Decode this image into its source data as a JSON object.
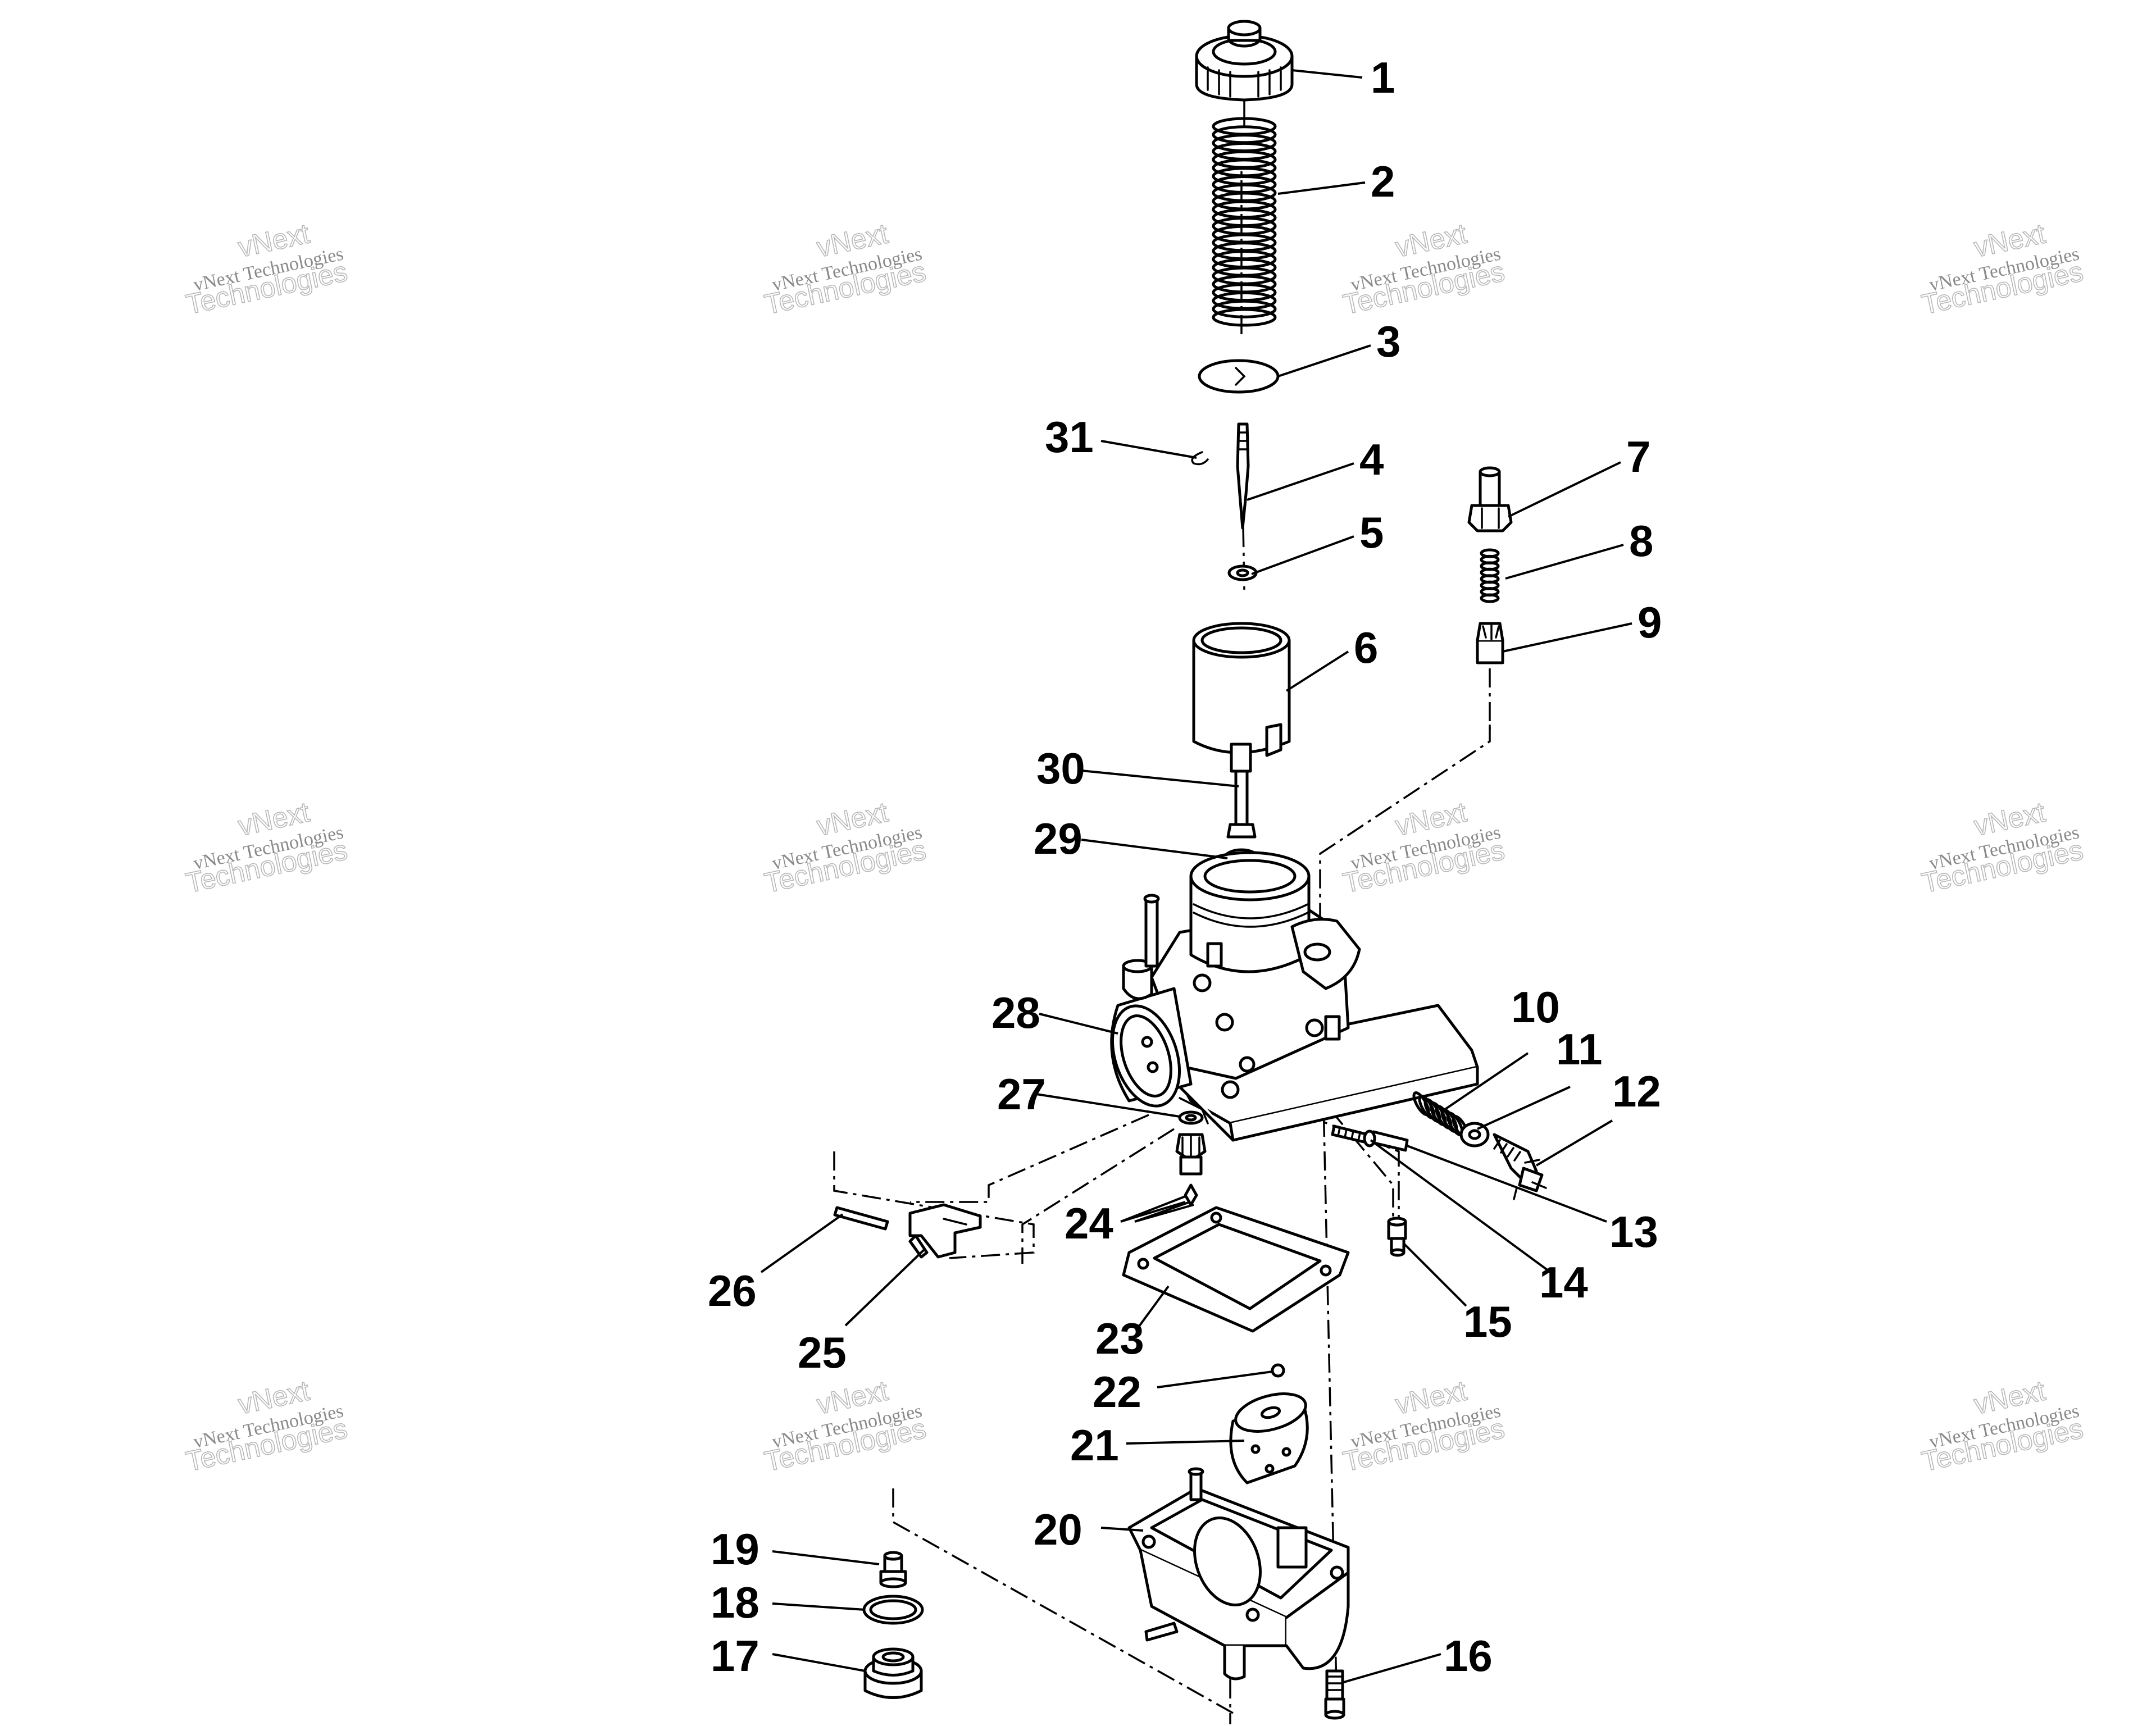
{
  "watermark": {
    "line1": "vNext",
    "line2": "vNext Technologies",
    "line3": "Technologies"
  },
  "callouts": [
    "1",
    "2",
    "3",
    "4",
    "5",
    "6",
    "7",
    "8",
    "9",
    "10",
    "11",
    "12",
    "13",
    "14",
    "15",
    "16",
    "17",
    "18",
    "19",
    "20",
    "21",
    "22",
    "23",
    "24",
    "25",
    "26",
    "27",
    "28",
    "29",
    "30",
    "31"
  ]
}
